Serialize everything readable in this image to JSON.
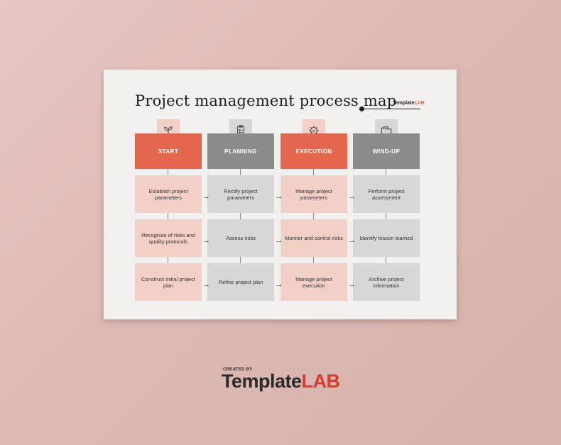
{
  "title": "Project management process map",
  "brand_small": {
    "template": "Template",
    "lab": "LAB"
  },
  "colors": {
    "accent": "#e4664f",
    "accent_light": "#f2d0c7",
    "gray": "#8d8b89",
    "gray_light": "#d9d7d5",
    "background": "#dcbab4"
  },
  "columns": [
    {
      "icon": "plant-sprout-icon",
      "header": "START",
      "items": [
        "Establish project parameters",
        "Recognize of risks and quality protocols",
        "Construct initial project plan"
      ]
    },
    {
      "icon": "clipboard-icon",
      "header": "PLANNING",
      "items": [
        "Rectify project parameters",
        "Assess risks",
        "Refine project plan"
      ]
    },
    {
      "icon": "gear-check-icon",
      "header": "EXECUTION",
      "items": [
        "Manage project parameters",
        "Monitor and control risks",
        "Manage project execution"
      ]
    },
    {
      "icon": "folder-icon",
      "header": "WIND-UP",
      "items": [
        "Perform project assessment",
        "Identify lesson learned",
        "Archive project information"
      ]
    }
  ],
  "arrow": "→",
  "footer": {
    "created_by": "CREATED BY",
    "template": "Template",
    "lab": "LAB"
  }
}
